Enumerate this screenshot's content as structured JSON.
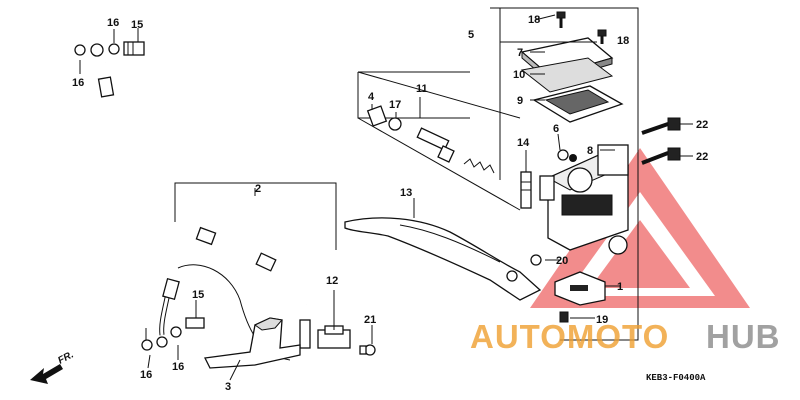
{
  "diagram": {
    "drawing_code": "KEB3-F0400A",
    "direction_marker": "FR.",
    "watermark": {
      "text_orange": "AUTOMOTO",
      "text_gray": "HUB",
      "color_primary": "#f0a030",
      "color_secondary": "#8a8a8a",
      "logo_color": "#e83030"
    },
    "callouts": {
      "c1": "1",
      "c2": "2",
      "c3": "3",
      "c4": "4",
      "c5": "5",
      "c6": "6",
      "c7": "7",
      "c8": "8",
      "c9": "9",
      "c10": "10",
      "c11": "11",
      "c12": "12",
      "c13": "13",
      "c14": "14",
      "c15a": "15",
      "c15b": "15",
      "c16a": "16",
      "c16b": "16",
      "c16c": "16",
      "c16d": "16",
      "c17": "17",
      "c18a": "18",
      "c18b": "18",
      "c19": "19",
      "c20": "20",
      "c21": "21",
      "c22a": "22",
      "c22b": "22"
    }
  }
}
